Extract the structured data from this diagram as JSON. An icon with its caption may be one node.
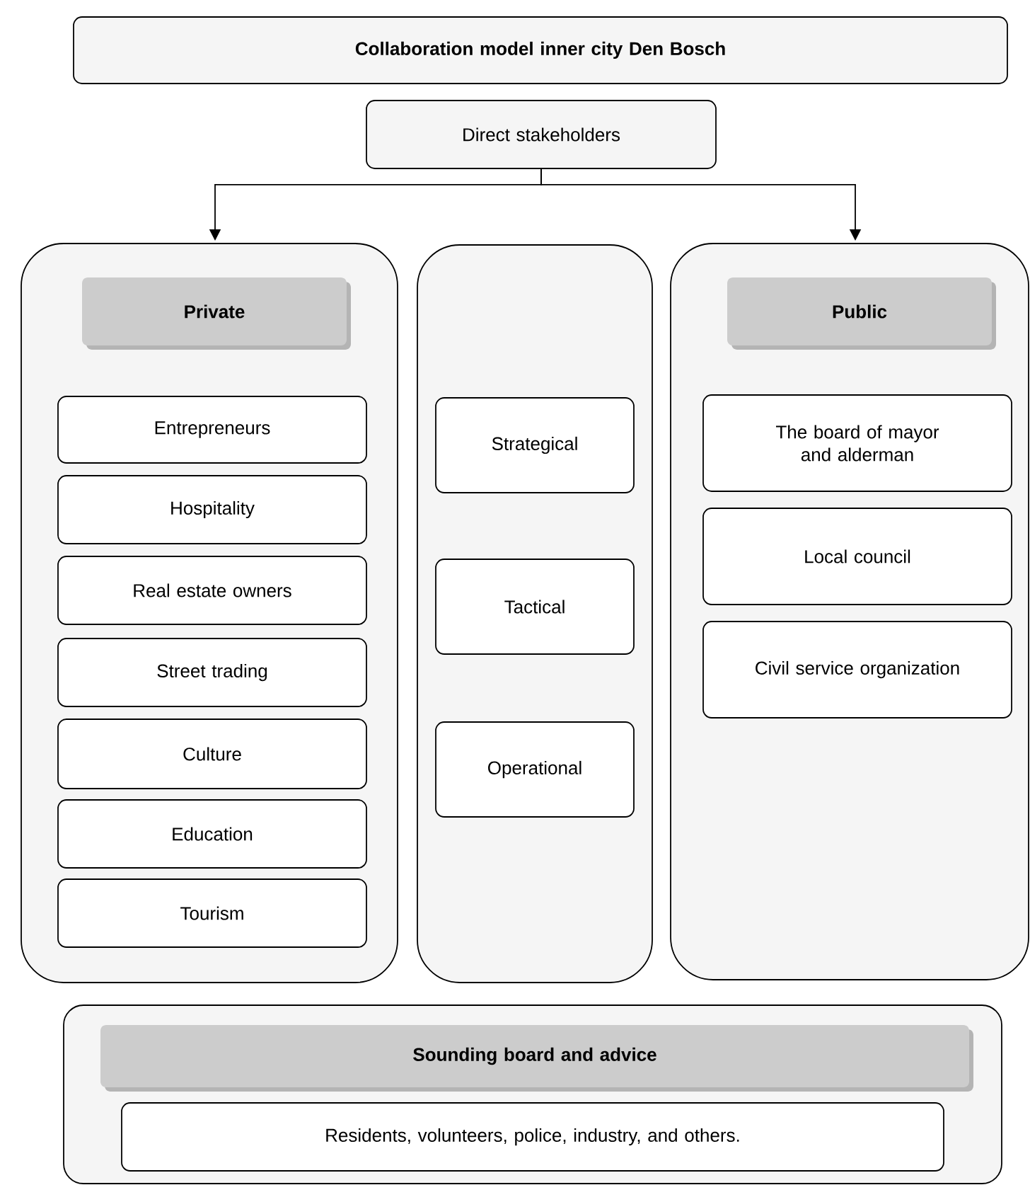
{
  "diagram": {
    "nodes": [
      {
        "text": [
          "Collaboration model inner city Den Bosch"
        ]
      },
      {
        "text": [
          "Direct stakeholders"
        ]
      },
      {
        "text": [],
        "shape": "box"
      },
      {
        "text": [
          "Private"
        ],
        "in": 2
      },
      {
        "text": [
          "Entrepreneurs"
        ],
        "in": 2
      },
      {
        "text": [
          "Hospitality"
        ],
        "in": 2
      },
      {
        "text": [
          "Real estate owners"
        ],
        "in": 2
      },
      {
        "text": [
          "Street trading"
        ],
        "in": 2
      },
      {
        "text": [
          "Culture"
        ],
        "in": 2
      },
      {
        "text": [
          "Education"
        ],
        "in": 2
      },
      {
        "text": [
          "Tourism"
        ],
        "in": 2
      },
      {
        "text": [],
        "shape": "box"
      },
      {
        "text": [
          "Strategical"
        ],
        "in": 11
      },
      {
        "text": [
          "Tactical"
        ],
        "in": 11
      },
      {
        "text": [
          "Operational"
        ],
        "in": 11
      },
      {
        "text": [],
        "shape": "box"
      },
      {
        "text": [
          "Public"
        ],
        "in": 15
      },
      {
        "text": [
          "The board of mayor and alderman"
        ],
        "in": 15
      },
      {
        "text": [
          "Local council"
        ],
        "in": 15
      },
      {
        "text": [
          "Civil service organization"
        ],
        "in": 15
      },
      {
        "text": [],
        "shape": "box"
      },
      {
        "text": [
          "Sounding board and advice"
        ],
        "in": 20
      },
      {
        "text": [
          "Residents, volunteers, police, industry, and others."
        ],
        "in": 20
      }
    ],
    "edges": [
      {
        "from": 1,
        "to": 2,
        "arrow": "to"
      },
      {
        "from": 1,
        "to": 15,
        "arrow": "to"
      }
    ]
  }
}
